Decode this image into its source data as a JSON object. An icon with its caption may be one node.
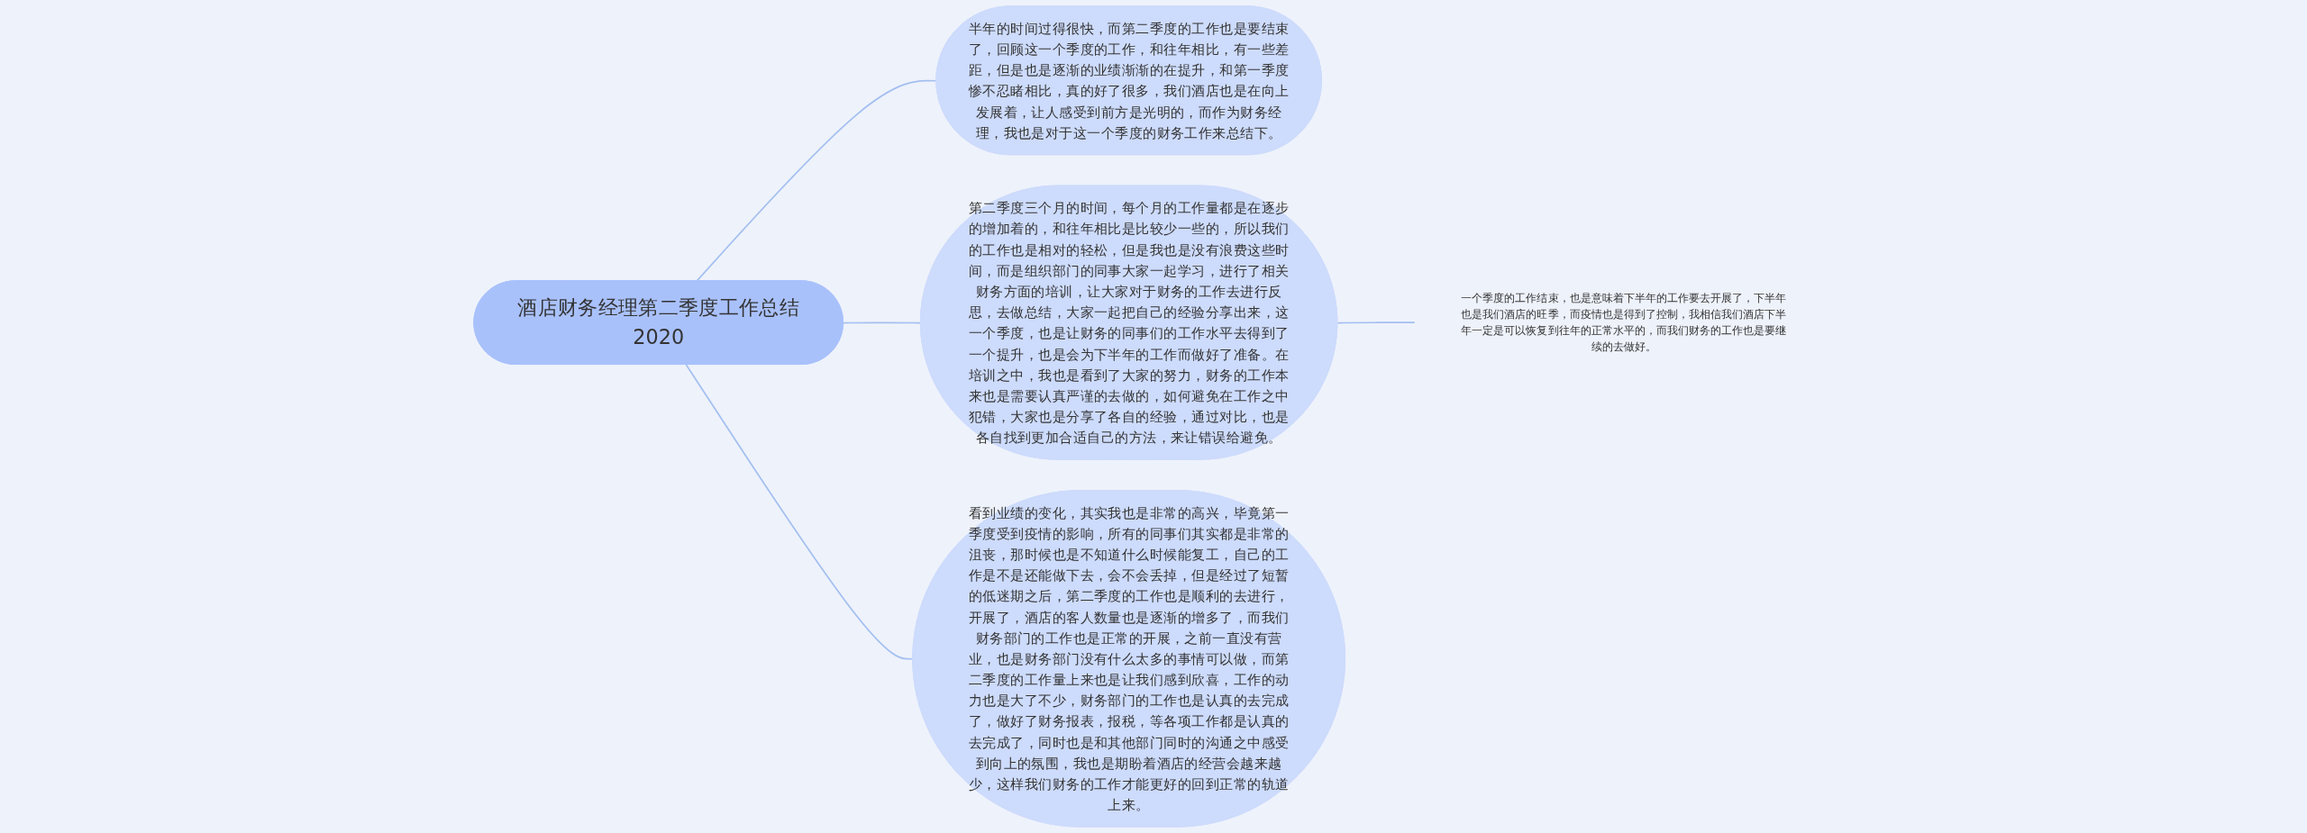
{
  "diagram": {
    "nodes": [
      {
        "text": [
          "酒店财务经理第二季度工作总结2020"
        ]
      },
      {
        "text": [
          "半年的时间过得很快，而第二季度的工作也是要结束了，回顾这一个季度的工作，和往年相比，有一些差距，但是也是逐渐的业绩渐渐的在提升，和第一季度惨不忍睹相比，真的好了很多，我们酒店也是在向上发展着，让人感受到前方是光明的，而作为财务经理，我也是对于这一个季度的财务工作来总结下。"
        ]
      },
      {
        "text": [
          "第二季度三个月的时间，每个月的工作量都是在逐步的增加着的，和往年相比是比较少一些的，所以我们的工作也是相对的轻松，但是我也是没有浪费这些时间，而是组织部门的同事大家一起学习，进行了相关财务方面的培训，让大家对于财务的工作去进行反思，去做总结，大家一起把自己的经验分享出来，这一个季度，也是让财务的同事们的工作水平去得到了一个提升，也是会为下半年的工作而做好了准备。在培训之中，我也是看到了大家的努力，财务的工作本来也是需要认真严谨的去做的，如何避免在工作之中犯错，大家也是分享了各自的经验，通过对比，也是各自找到更加合适自己的方法，来让错误给避免。"
        ]
      },
      {
        "text": [
          "看到业绩的变化，其实我也是非常的高兴，毕竟第一季度受到疫情的影响，所有的同事们其实都是非常的沮丧，那时候也是不知道什么时候能复工，自己的工作是不是还能做下去，会不会丢掉，但是经过了短暂的低迷期之后，第二季度的工作也是顺利的去进行，开展了，酒店的客人数量也是逐渐的增多了，而我们财务部门的工作也是正常的开展，之前一直没有营业，也是财务部门没有什么太多的事情可以做，而第二季度的工作量上来也是让我们感到欣喜，工作的动力也是大了不少，财务部门的工作也是认真的去完成了，做好了财务报表，报税，等各项工作都是认真的去完成了，同时也是和其他部门同时的沟通之中感受到向上的氛围，我也是期盼着酒店的经营会越来越少，这样我们财务的工作才能更好的回到正常的轨道上来。"
        ]
      },
      {
        "text": [
          "一个季度的工作结束，也是意味着下半年的工作要去开展了，下半年也是我们酒店的旺季，而疫情也是得到了控制，我相信我们酒店下半年一定是可以恢复到往年的正常水平的，而我们财务的工作也是要继续的去做好。"
        ]
      }
    ],
    "edges": [
      {
        "from": 0,
        "to": 1,
        "arrow": "none"
      },
      {
        "from": 0,
        "to": 2,
        "arrow": "none"
      },
      {
        "from": 0,
        "to": 3,
        "arrow": "none"
      },
      {
        "from": 2,
        "to": 4,
        "arrow": "none"
      }
    ]
  }
}
